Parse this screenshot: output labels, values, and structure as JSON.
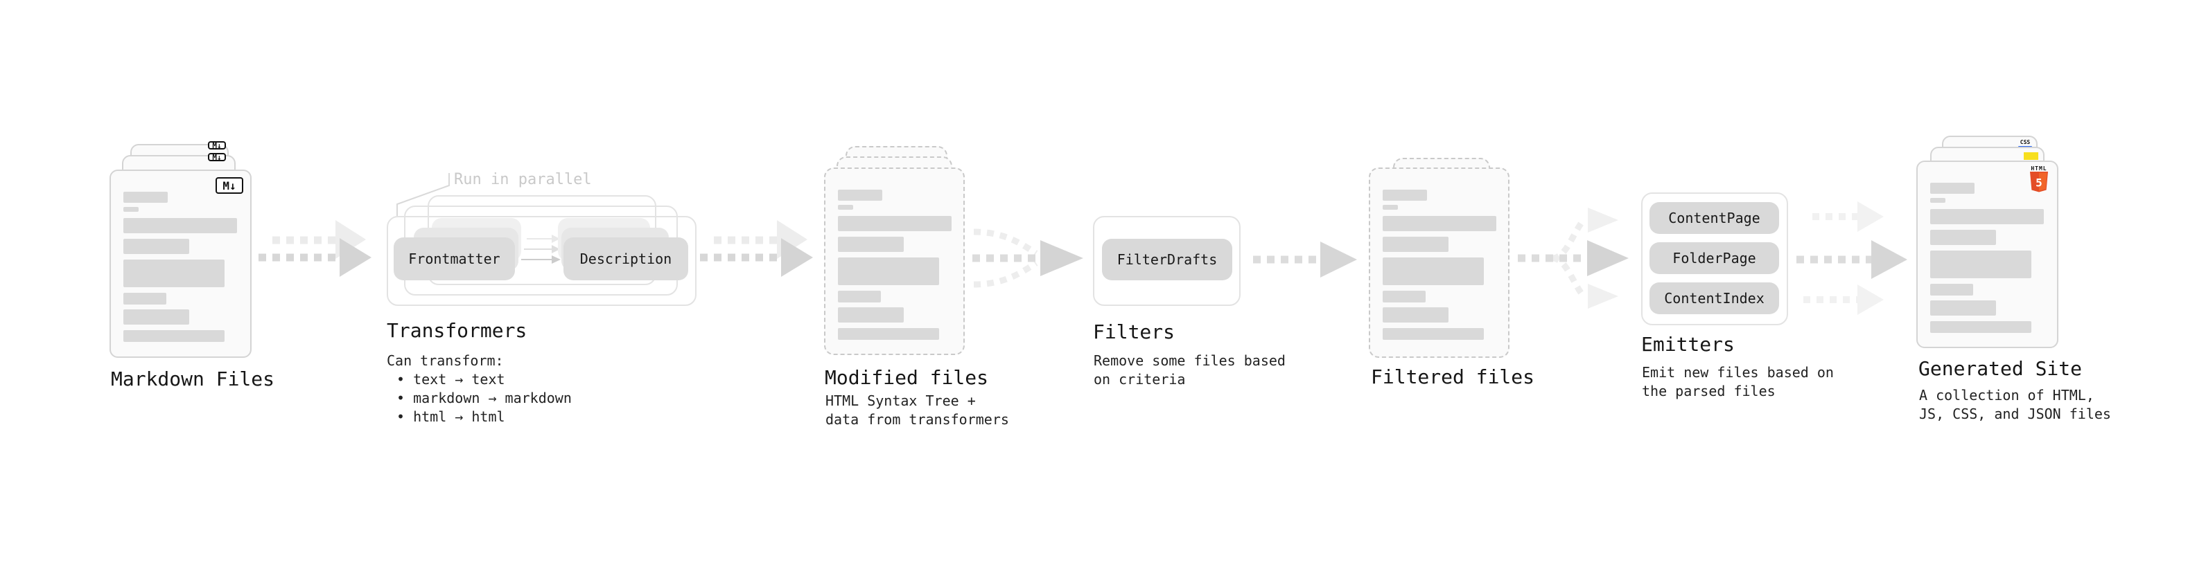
{
  "stages": {
    "markdown": {
      "label": "Markdown Files",
      "badge": "M↓"
    },
    "transformers": {
      "label": "Transformers",
      "parallel_note": "Run in parallel",
      "chip_from": "Frontmatter",
      "chip_to": "Description",
      "note_title": "Can transform:",
      "bullets": [
        "• text → text",
        "• markdown → markdown",
        "• html → html"
      ]
    },
    "modified": {
      "label": "Modified files",
      "desc": "HTML Syntax Tree +\ndata from transformers"
    },
    "filters": {
      "label": "Filters",
      "chip": "FilterDrafts",
      "desc": "Remove some files based\non criteria"
    },
    "filtered": {
      "label": "Filtered files"
    },
    "emitters": {
      "label": "Emitters",
      "chips": [
        "ContentPage",
        "FolderPage",
        "ContentIndex"
      ],
      "desc": "Emit new files based on\nthe parsed files"
    },
    "generated": {
      "label": "Generated Site",
      "desc": "A collection of HTML,\nJS, CSS, and JSON files",
      "badge_css": "CSS",
      "badge_html": "HTML",
      "badge_html5": "5"
    }
  },
  "colors": {
    "doc_fill": "#fafafa",
    "skeleton_bar": "#d9d9d9",
    "chip_fill": "#dcdcdc",
    "arrow_main": "#d7d7d7",
    "arrow_ghost": "#ebebeb",
    "css_blue": "#2965f1",
    "js_yellow": "#f7df1e",
    "html5_orange": "#e44d26",
    "html5_orange_light": "#f16529"
  }
}
